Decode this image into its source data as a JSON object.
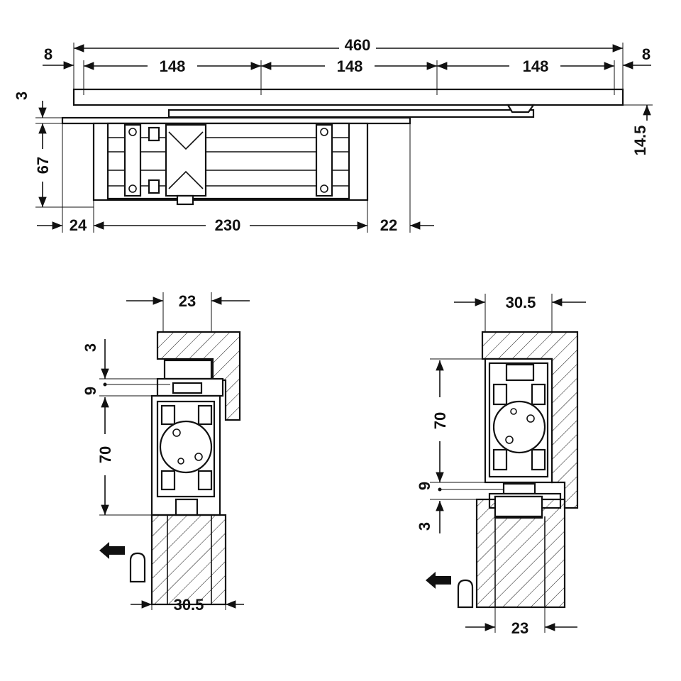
{
  "top_view": {
    "overall_length": "460",
    "left_offset": "8",
    "right_offset": "8",
    "segment_1": "148",
    "segment_2": "148",
    "segment_3": "148",
    "rail_thickness": "3",
    "body_height": "67",
    "right_height": "14.5",
    "left_margin": "24",
    "body_length": "230",
    "right_margin": "22"
  },
  "section_left": {
    "top_width": "23",
    "gap_top": "3",
    "rail_gap": "9",
    "body_height": "70",
    "bottom_width": "30.5"
  },
  "section_right": {
    "top_width": "30.5",
    "body_height": "70",
    "rail_gap": "9",
    "gap_bottom": "3",
    "bottom_width": "23"
  },
  "icons": [
    "door-direction-arrow-icon",
    "door-direction-arrow-icon"
  ]
}
